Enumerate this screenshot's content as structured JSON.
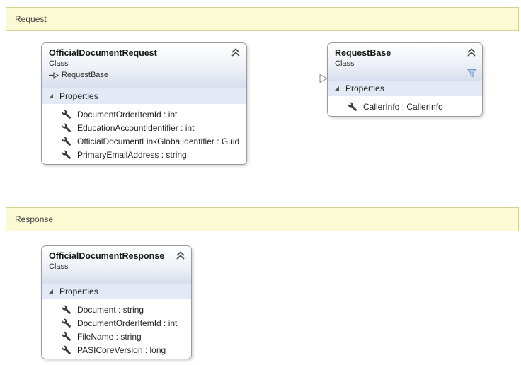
{
  "diagram": {
    "sections": [
      {
        "label": "Request"
      },
      {
        "label": "Response"
      }
    ],
    "classes": [
      {
        "title": "OfficialDocumentRequest",
        "kind": "Class",
        "inherits": "RequestBase",
        "compartment_label": "Properties",
        "members": [
          "DocumentOrderItemId : int",
          "EducationAccountIdentifier : int",
          "OfficialDocumentLinkGlobalIdentifier : Guid",
          "PrimaryEmailAddress : string"
        ]
      },
      {
        "title": "RequestBase",
        "kind": "Class",
        "compartment_label": "Properties",
        "members": [
          "CallerInfo : CallerInfo"
        ]
      },
      {
        "title": "OfficialDocumentResponse",
        "kind": "Class",
        "compartment_label": "Properties",
        "members": [
          "Document : string",
          "DocumentOrderItemId : int",
          "FileName : string",
          "PASICoreVersion : long"
        ]
      }
    ],
    "icons": {
      "collapse": "double-chevron-up",
      "expander": "expanded-triangle",
      "member": "wrench",
      "filter": "funnel",
      "inheritance_glyph": "dash-hollow-arrow-right",
      "connector": "hollow-triangle-arrow-right"
    },
    "colors": {
      "banner_bg": "#fbfad4",
      "banner_border": "#d5d193",
      "header_gradient_top": "#ffffff",
      "header_gradient_bottom": "#d7deed",
      "compartment_bg": "#e4eaf5",
      "box_border": "#9b9b9b",
      "connector_gray": "#8a8a8a",
      "filter_blue": "#6b93cd",
      "text": "#1e1e1e"
    }
  }
}
